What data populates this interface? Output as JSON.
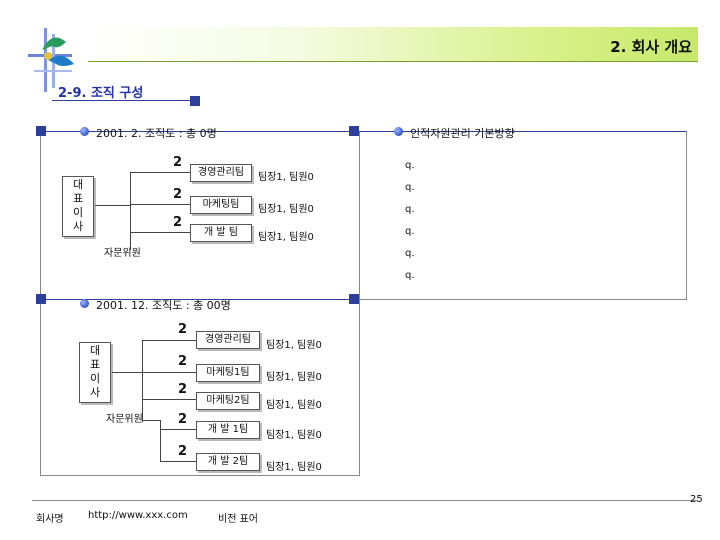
{
  "header": {
    "title": "2. 회사 개요"
  },
  "section": {
    "title": "2-9. 조직 구성"
  },
  "org2001_2": {
    "title": "2001. 2. 조직도 : 총 0명",
    "ceo": [
      "대",
      "표",
      "이",
      "사"
    ],
    "advisor": "자문위원",
    "teams": [
      {
        "count": "2",
        "name": "경영관리팀",
        "staff": "팀장1, 팀원0"
      },
      {
        "count": "2",
        "name": "마케팅팀",
        "staff": "팀장1, 팀원0"
      },
      {
        "count": "2",
        "name": "개 발 팀",
        "staff": "팀장1, 팀원0"
      }
    ]
  },
  "policy": {
    "title": "인적자원관리 기본방향",
    "items": [
      "q.",
      "q.",
      "q.",
      "q.",
      "q.",
      "q."
    ]
  },
  "org2001_12": {
    "title": "2001. 12. 조직도 : 총 00명",
    "ceo": [
      "대",
      "표",
      "이",
      "사"
    ],
    "advisor": "자문위원",
    "teams": [
      {
        "count": "2",
        "name": "경영관리팀",
        "staff": "팀장1, 팀원0"
      },
      {
        "count": "2",
        "name": "마케팅1팀",
        "staff": "팀장1, 팀원0"
      },
      {
        "count": "2",
        "name": "마케팅2팀",
        "staff": "팀장1, 팀원0"
      },
      {
        "count": "2",
        "name": "개 발 1팀",
        "staff": "팀장1, 팀원0"
      },
      {
        "count": "2",
        "name": "개 발 2팀",
        "staff": "팀장1, 팀원0"
      }
    ]
  },
  "footer": {
    "company": "회사명",
    "url": "http://www.xxx.com",
    "confidential": "비전 표어",
    "page": "25"
  }
}
